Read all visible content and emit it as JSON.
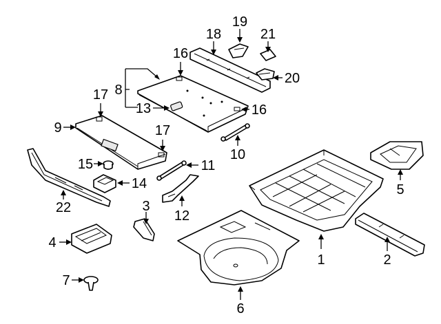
{
  "callouts": [
    {
      "id": "c1",
      "text": "1"
    },
    {
      "id": "c2",
      "text": "2"
    },
    {
      "id": "c3",
      "text": "3"
    },
    {
      "id": "c4",
      "text": "4"
    },
    {
      "id": "c5",
      "text": "5"
    },
    {
      "id": "c6",
      "text": "6"
    },
    {
      "id": "c7",
      "text": "7"
    },
    {
      "id": "c8",
      "text": "8"
    },
    {
      "id": "c9",
      "text": "9"
    },
    {
      "id": "c10",
      "text": "10"
    },
    {
      "id": "c11",
      "text": "11"
    },
    {
      "id": "c12",
      "text": "12"
    },
    {
      "id": "c13",
      "text": "13"
    },
    {
      "id": "c14",
      "text": "14"
    },
    {
      "id": "c15",
      "text": "15"
    },
    {
      "id": "c16a",
      "text": "16"
    },
    {
      "id": "c16b",
      "text": "16"
    },
    {
      "id": "c17a",
      "text": "17"
    },
    {
      "id": "c17b",
      "text": "17"
    },
    {
      "id": "c18",
      "text": "18"
    },
    {
      "id": "c19",
      "text": "19"
    },
    {
      "id": "c20",
      "text": "20"
    },
    {
      "id": "c21",
      "text": "21"
    },
    {
      "id": "c22",
      "text": "22"
    }
  ]
}
